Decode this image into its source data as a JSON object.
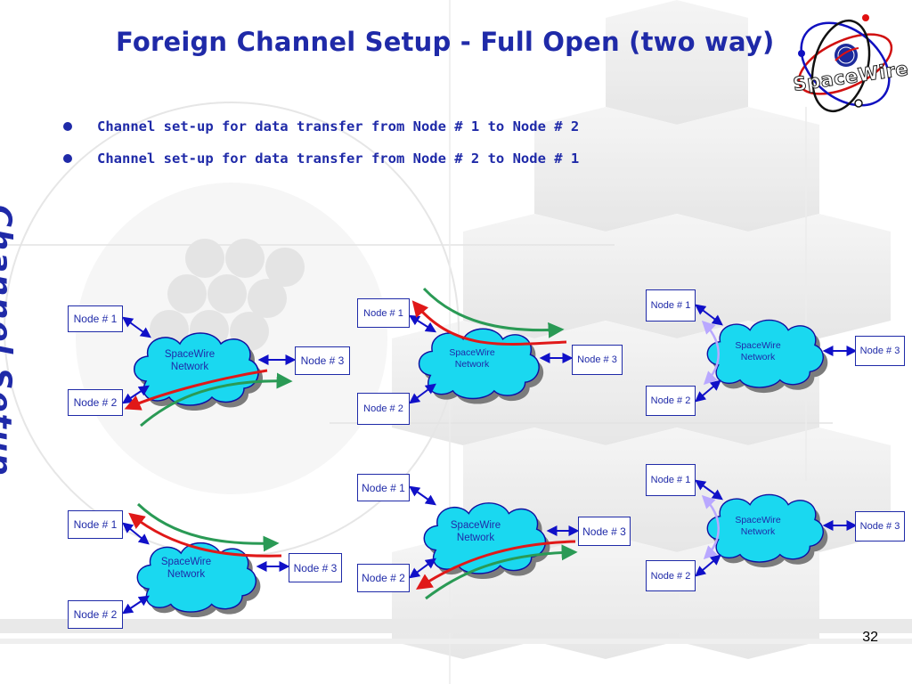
{
  "slide": {
    "title": "Foreign Channel Setup - Full Open (two way)",
    "bullets": [
      "Channel set-up for data transfer from Node # 1 to Node # 2",
      "Channel set-up for data transfer from Node # 2 to Node # 1"
    ],
    "page_number": "32",
    "logo_text": "SpaceWire"
  },
  "colors": {
    "title": "#1f2aa8",
    "cloud_fill": "#1ad8f0",
    "link_arrow": "#1010c8",
    "channel_red": "#e01818",
    "channel_green": "#2a9a55",
    "channel_violet": "#b9a8ff"
  },
  "diagrams": [
    {
      "node1": "Node # 1",
      "node2": "Node # 2",
      "node3": "Node # 3",
      "network_line1": "SpaceWire",
      "network_line2": "Network"
    },
    {
      "node1": "Node # 1",
      "node2": "Node # 2",
      "node3": "Node # 3",
      "network_line1": "SpaceWire",
      "network_line2": "Network"
    },
    {
      "node1": "Node # 1",
      "node2": "Node # 2",
      "node3": "Node # 3",
      "network_line1": "SpaceWire",
      "network_line2": "Network"
    },
    {
      "node1": "Node # 1",
      "node2": "Node # 2",
      "node3": "Node # 3",
      "network_line1": "SpaceWire",
      "network_line2": "Network"
    },
    {
      "node1": "Node # 1",
      "node2": "Node # 2",
      "node3": "Node # 3",
      "network_line1": "SpaceWire",
      "network_line2": "Network"
    },
    {
      "node1": "Node # 1",
      "node2": "Node # 2",
      "node3": "Node # 3",
      "network_line1": "SpaceWire",
      "network_line2": "Network"
    }
  ]
}
